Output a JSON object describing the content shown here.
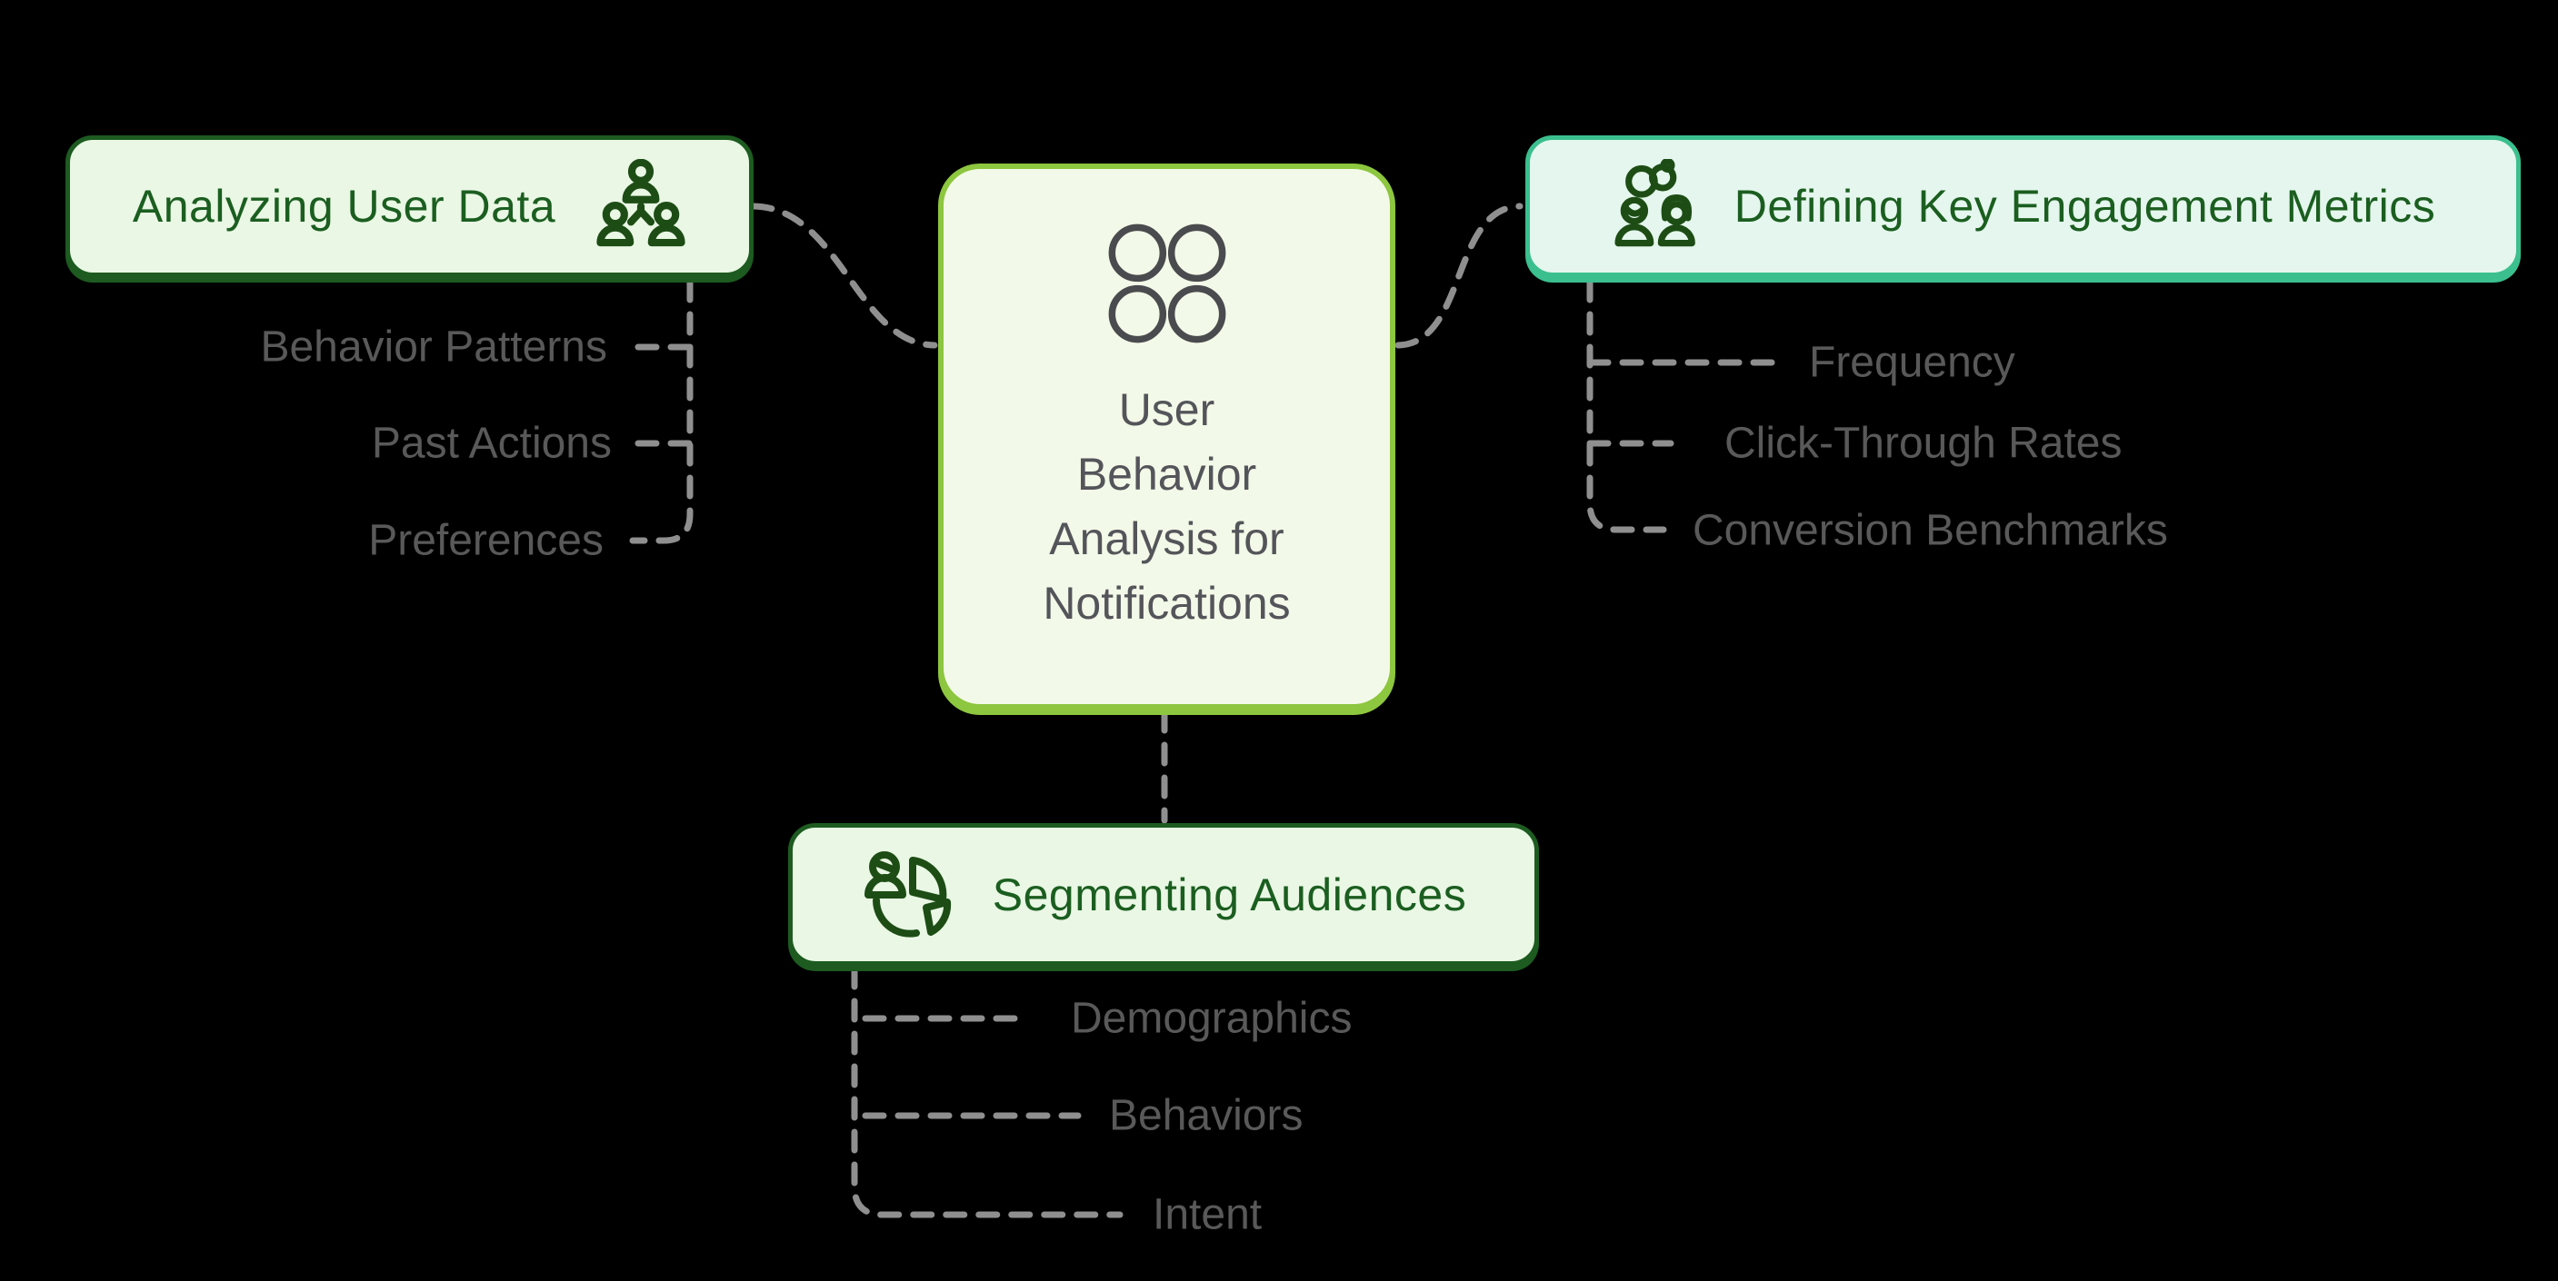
{
  "diagram": {
    "type": "mindmap",
    "background": "#000000"
  },
  "center_node": {
    "icon": "four-circles-icon",
    "lines": [
      "User",
      "Behavior",
      "Analysis for",
      "Notifications"
    ],
    "full_title": "User Behavior Analysis for Notifications",
    "fill": "#f3f9e8",
    "border_color": "#8dc63f",
    "text_color": "#54555a"
  },
  "branch_nodes": {
    "analyzing": {
      "label": "Analyzing User Data",
      "icon": "user-hierarchy-icon",
      "fill": "#e9f7e4",
      "border_color": "#1d5b20",
      "text_color": "#1b5e20",
      "children": [
        "Behavior Patterns",
        "Past Actions",
        "Preferences"
      ]
    },
    "metrics": {
      "label": "Defining Key Engagement Metrics",
      "icon": "engagement-couple-rings-icon",
      "fill": "#e4f6ed",
      "border_color": "#3bbf8e",
      "text_color": "#1b5e20",
      "children": [
        "Frequency",
        "Click-Through Rates",
        "Conversion Benchmarks"
      ]
    },
    "segmenting": {
      "label": "Segmenting Audiences",
      "icon": "audience-pie-icon",
      "fill": "#e9f7e4",
      "border_color": "#1d5b20",
      "text_color": "#1b5e20",
      "children": [
        "Demographics",
        "Behaviors",
        "Intent"
      ]
    }
  },
  "connector_style": {
    "color": "#8f8f8f",
    "pattern": "dashed"
  },
  "sub_label_color": "#595959"
}
